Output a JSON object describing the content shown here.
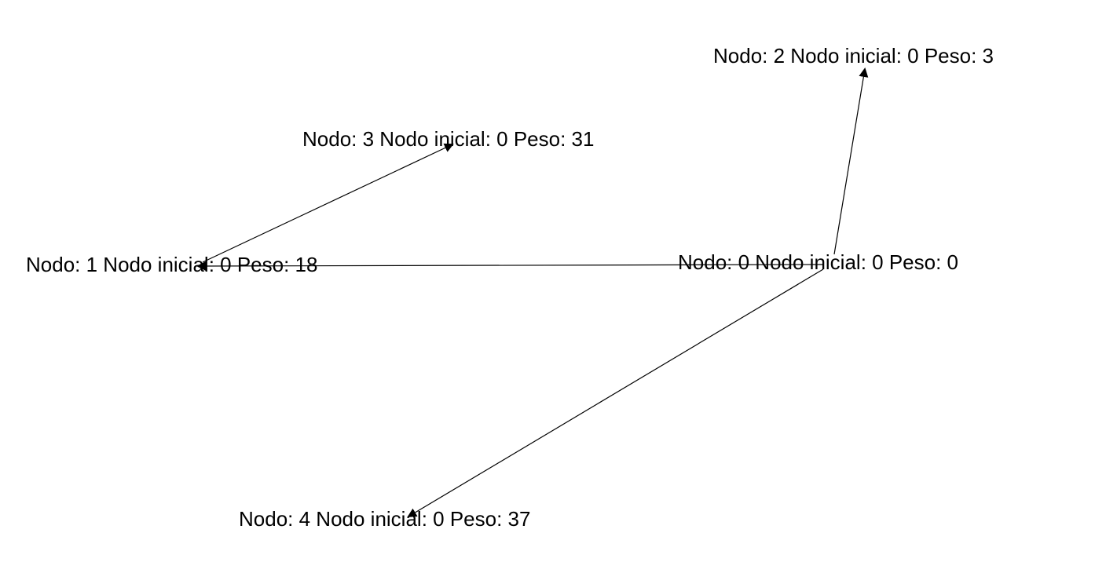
{
  "nodes": [
    {
      "id": "0",
      "label": "Nodo: 0 Nodo inicial: 0 Peso: 0"
    },
    {
      "id": "1",
      "label": "Nodo: 1 Nodo inicial: 0 Peso: 18"
    },
    {
      "id": "2",
      "label": "Nodo: 2 Nodo inicial: 0 Peso: 3"
    },
    {
      "id": "3",
      "label": "Nodo: 3 Nodo inicial: 0 Peso: 31"
    },
    {
      "id": "4",
      "label": "Nodo: 4 Nodo inicial: 0 Peso: 37"
    }
  ],
  "edges": [
    {
      "from": "0",
      "to": "1",
      "directed": true
    },
    {
      "from": "0",
      "to": "2",
      "directed": true
    },
    {
      "from": "0",
      "to": "4",
      "directed": true
    },
    {
      "from": "1",
      "to": "3",
      "directed": true
    }
  ]
}
